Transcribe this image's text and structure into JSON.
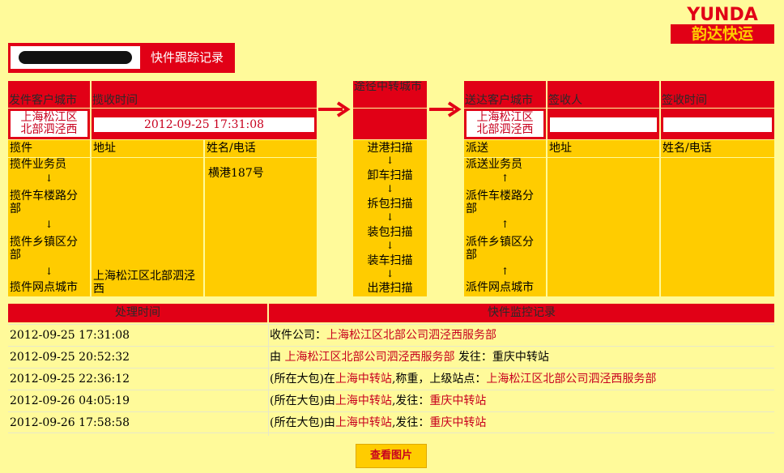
{
  "brand": {
    "name": "YUNDA",
    "sub": "韵达快运"
  },
  "header": {
    "title": "快件跟踪记录"
  },
  "origin": {
    "city_header": "发件客户城市",
    "time_header": "揽收时间",
    "city_value_1": "上海松江区",
    "city_value_2": "北部泗泾西",
    "time_value": "2012-09-25 17:31:08",
    "col_pickup": "揽件",
    "col_address": "地址",
    "col_name_phone": "姓名/电话",
    "steps": [
      "揽件业务员",
      "揽件车楼路分部",
      "揽件乡镇区分部",
      "揽件网点城市"
    ],
    "address_value": "上海松江区北部泗泾西",
    "name_value": "横港187号"
  },
  "transit": {
    "header": "途径中转城市",
    "steps": [
      "进港扫描",
      "卸车扫描",
      "拆包扫描",
      "装包扫描",
      "装车扫描",
      "出港扫描"
    ]
  },
  "dest": {
    "city_header": "送达客户城市",
    "receiver_header": "签收人",
    "time_header": "签收时间",
    "city_value_1": "上海松江区",
    "city_value_2": "北部泗泾西",
    "col_deliver": "派送",
    "col_address": "地址",
    "col_name_phone": "姓名/电话",
    "steps": [
      "派送业务员",
      "派件车楼路分部",
      "派件乡镇区分部",
      "派件网点城市"
    ]
  },
  "log": {
    "col_time": "处理时间",
    "col_record": "快件监控记录",
    "rows": [
      {
        "time": "2012-09-25 17:31:08",
        "p1": "收件公司：",
        "h1": "上海松江区北部公司泗泾西服务部",
        "p2": "",
        "h2": ""
      },
      {
        "time": "2012-09-25 20:52:32",
        "p1": "由 ",
        "h1": "上海松江区北部公司泗泾西服务部",
        "p2": " 发往：重庆中转站",
        "h2": ""
      },
      {
        "time": "2012-09-25 22:36:12",
        "p1": "(所在大包)在",
        "h1": "上海中转站",
        "p2": ",称重，上级站点：",
        "h2": "上海松江区北部公司泗泾西服务部"
      },
      {
        "time": "2012-09-26 04:05:19",
        "p1": "(所在大包)由",
        "h1": "上海中转站",
        "p2": ",发往：",
        "h2": "重庆中转站"
      },
      {
        "time": "2012-09-26 17:58:58",
        "p1": "(所在大包)由",
        "h1": "上海中转站",
        "p2": ",发往：",
        "h2": "重庆中转站"
      }
    ]
  },
  "actions": {
    "view_image": "查看图片"
  },
  "colors": {
    "red": "#e10016",
    "yellow": "#ffcc00",
    "bg": "#fffa9a",
    "highlight": "#c8001e"
  }
}
